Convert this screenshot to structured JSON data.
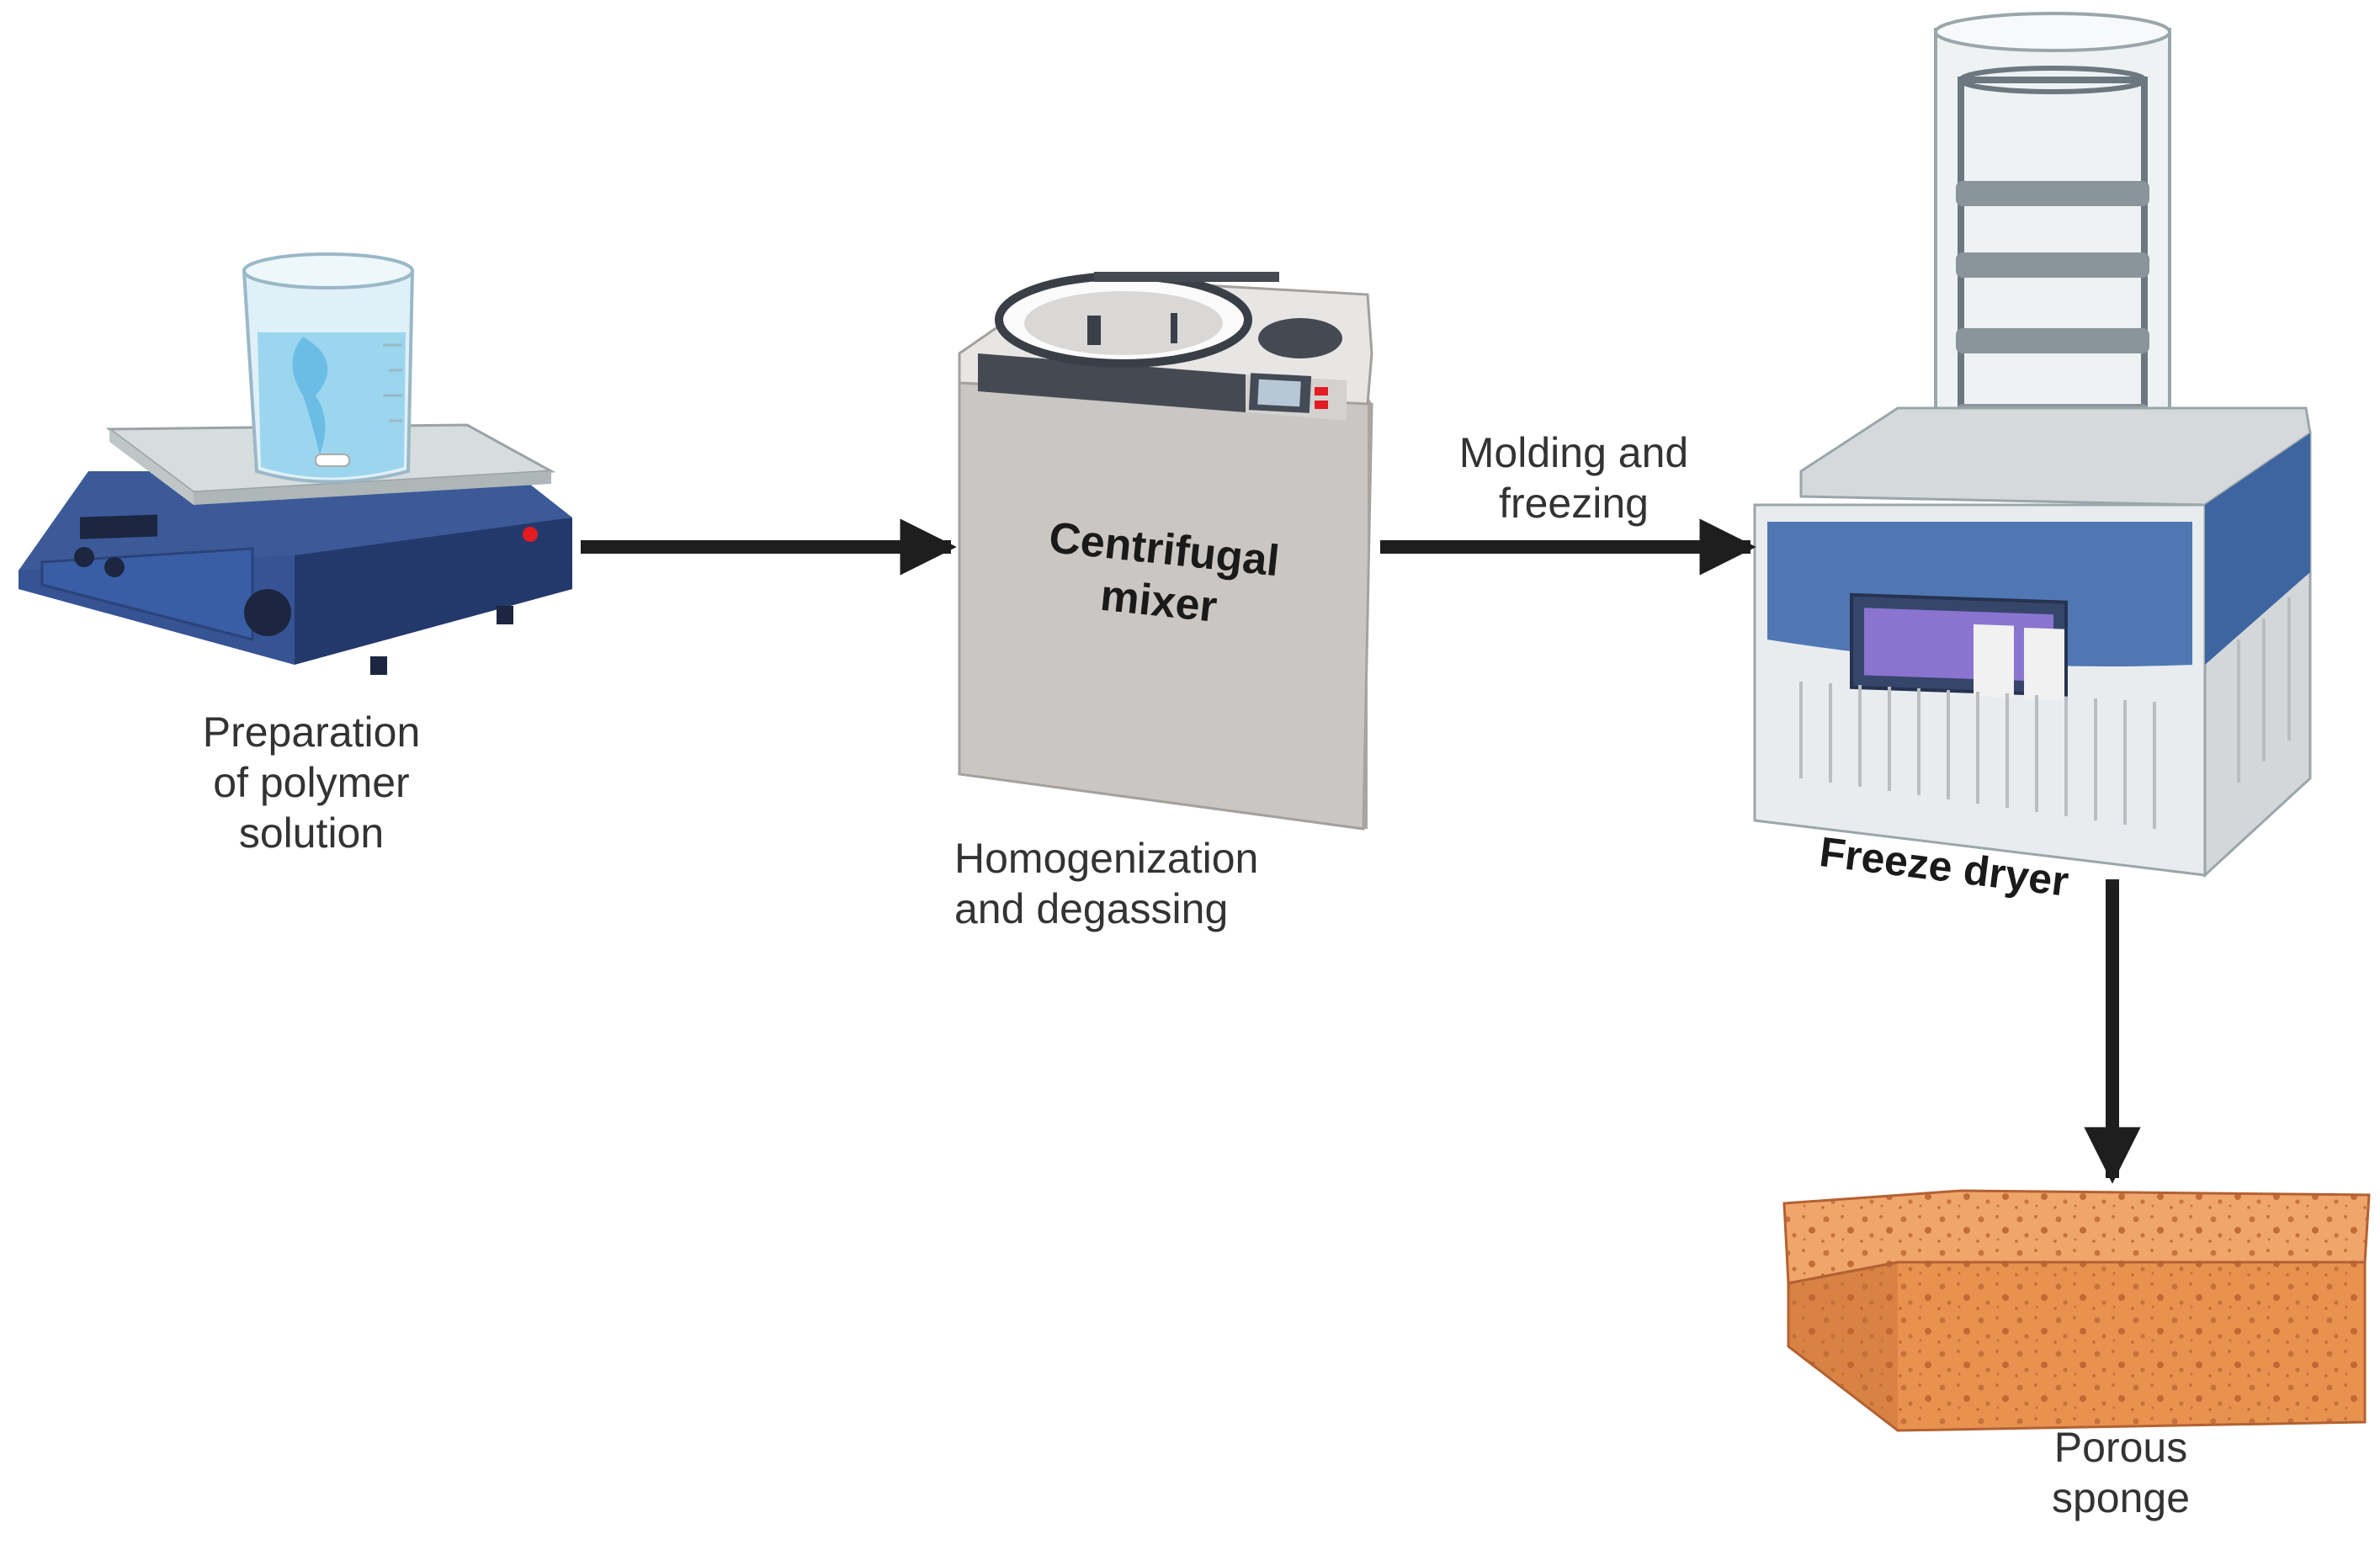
{
  "diagram": {
    "steps": [
      {
        "id": "hotplate",
        "icon": "magnetic-stirrer-hotplate-icon",
        "label": "Preparation\nof polymer\nsolution"
      },
      {
        "id": "centrifuge",
        "icon": "centrifugal-mixer-icon",
        "device_label": "Centrifugal\nmixer",
        "label": "Homogenization\nand degassing"
      },
      {
        "id": "freezedryer",
        "icon": "freeze-dryer-icon",
        "device_label": "Freeze dryer"
      },
      {
        "id": "sponge",
        "icon": "porous-sponge-icon",
        "label": "Porous\nsponge"
      }
    ],
    "arrows": [
      {
        "from": "hotplate",
        "to": "centrifuge",
        "label": ""
      },
      {
        "from": "centrifuge",
        "to": "freezedryer",
        "label": "Molding and\nfreezing"
      },
      {
        "from": "freezedryer",
        "to": "sponge",
        "label": ""
      }
    ],
    "colors": {
      "arrow": "#1e1e1e",
      "text": "#333333",
      "hotplate_body": "#2f4a86",
      "centrifuge_body": "#c9c6c3",
      "freezedryer_panel": "#4f77b3",
      "sponge": "#f0a56a"
    }
  }
}
